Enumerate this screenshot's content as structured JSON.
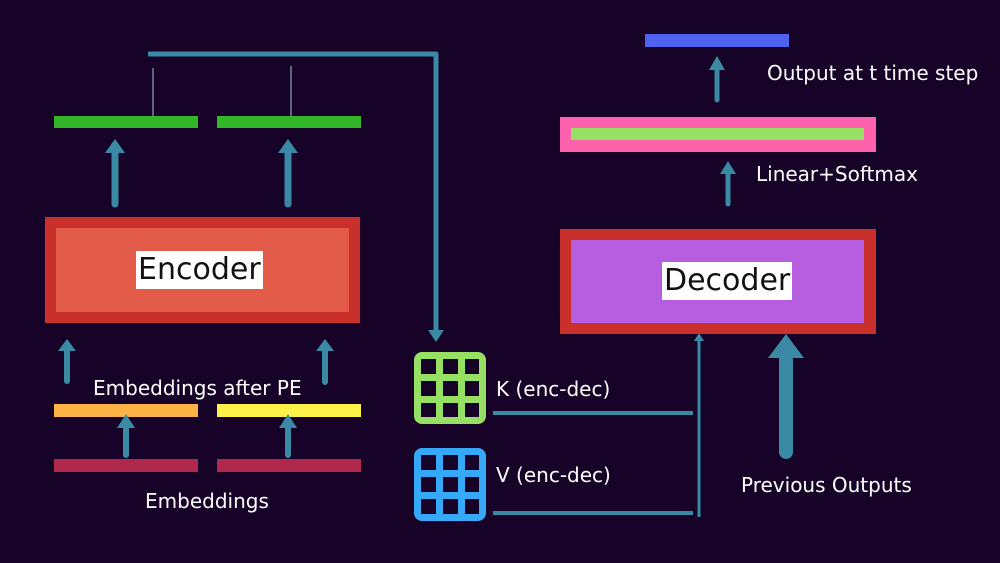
{
  "colors": {
    "background": "#170327",
    "arrow": "#3a8aa6",
    "encoder_outer": "#c9302c",
    "encoder_inner": "#e25a48",
    "decoder_outer": "#c9302c",
    "decoder_inner": "#b65de0",
    "encoder_output_vector": "#33b62a",
    "embedding_pe_1": "#ffb347",
    "embedding_pe_2": "#fdf14a",
    "embedding_raw": "#b0294a",
    "output_vector": "#4f63f0",
    "linear_outer": "#ff62ad",
    "linear_inner": "#97e063",
    "k_matrix": "#97e063",
    "v_matrix": "#35a9f8"
  },
  "encoder": {
    "label": "Encoder",
    "embeddings_label": "Embeddings",
    "embeddings_after_pe_label": "Embeddings after PE"
  },
  "cross_attention": {
    "k_label": "K (enc-dec)",
    "v_label": "V (enc-dec)",
    "k_icon": "grid-matrix-icon",
    "v_icon": "grid-matrix-icon"
  },
  "decoder": {
    "label": "Decoder",
    "linear_softmax_label": "Linear+Softmax",
    "output_label": "Output at t time step",
    "previous_outputs_label": "Previous Outputs"
  }
}
